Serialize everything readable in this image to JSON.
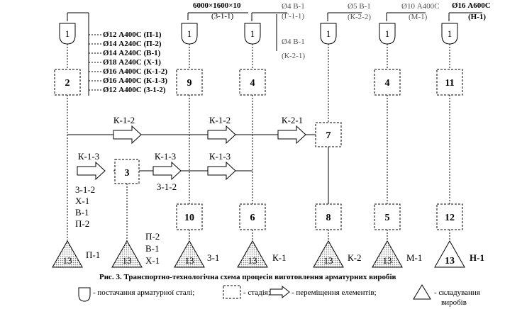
{
  "header": {
    "top_label_9": "6000×1600×10",
    "top_sub_9": "(3-1-1)",
    "top_label_4a": "Ø4 В-1",
    "top_sub_4a": "(Г-1-1)",
    "top_label_4b": "Ø4 В-1",
    "top_sub_4b": "(К-2-1)",
    "top_label_1c": "Ø5 В-1",
    "top_sub_1c": "(К-2-2)",
    "top_label_1d": "Ø10 А400С",
    "top_sub_1d": "(М-1)",
    "top_label_1e": "Ø16 А600С",
    "top_sub_1e": "(Н-1)"
  },
  "stock_list": [
    "Ø12 А400С (П-1)",
    "Ø14 А240С (П-2)",
    "Ø14 А240С (В-1)",
    "Ø18 А240С (Х-1)",
    "Ø16 А400С (К-1-2)",
    "Ø16 А400С (К-1-3)",
    "Ø12 А400С (3-1-2)"
  ],
  "supply": {
    "n1": "1",
    "n2": "1",
    "n3": "1",
    "n4": "1",
    "n5": "1",
    "n6": "1"
  },
  "stages": {
    "s2": "2",
    "s9": "9",
    "s4a": "4",
    "s4b": "4",
    "s11": "11",
    "s7": "7",
    "s3": "3",
    "s10": "10",
    "s6": "6",
    "s8": "8",
    "s5": "5",
    "s12": "12"
  },
  "arrows": {
    "a1": "К-1-2",
    "a2": "К-1-2",
    "a3": "К-2-1",
    "a4": "К-1-3",
    "a5": "К-1-3",
    "a6": "К-1-3",
    "a5_sub": "3-1-2"
  },
  "side_lists": {
    "left": [
      "3-1-2",
      "Х-1",
      "В-1",
      "П-2"
    ],
    "mid": [
      "П-2",
      "В-1",
      "Х-1"
    ]
  },
  "storage": {
    "num": "13",
    "labels": [
      "П-1",
      "",
      "3-1",
      "К-1",
      "К-2",
      "М-1",
      "Н-1"
    ]
  },
  "caption": "Рис. 3. Транспортно-технологічна  схема процесів виготовлення арматурних виробів",
  "legend": {
    "supply": "- постачання арматурної сталі;",
    "stage": "- стадія;",
    "move": "- переміщення елементів;",
    "store": "- складування",
    "store2": "виробів"
  }
}
